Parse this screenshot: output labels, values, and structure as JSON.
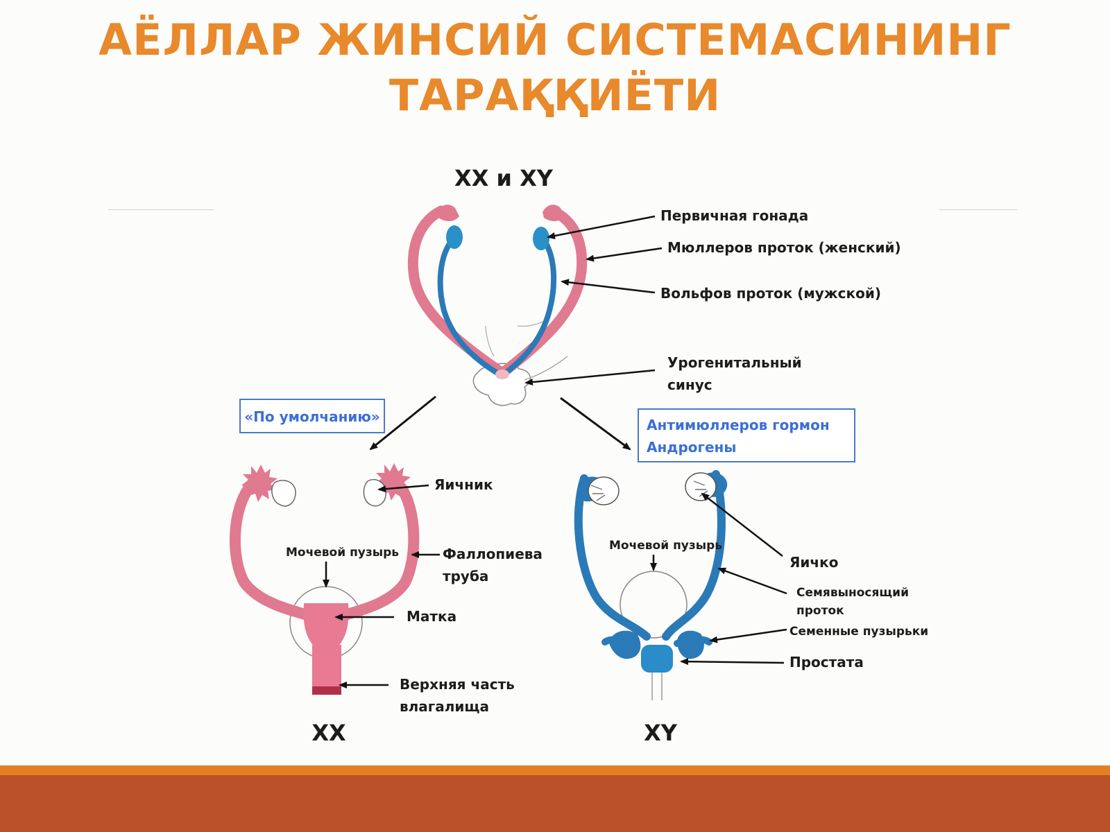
{
  "title": {
    "line1": "АЁЛЛАР ЖИНСИЙ СИСТЕМАСИНИНГ",
    "line2": "ТАРАҚҚИЁТИ"
  },
  "top": {
    "heading": "XX и XY",
    "labels": {
      "gonad": "Первичная гонада",
      "muller": "Мюллеров проток (женский)",
      "wolff": "Вольфов проток (мужской)",
      "sinus_line1": "Урогенитальный",
      "sinus_line2": "синус"
    }
  },
  "female": {
    "box": "«По умолчанию»",
    "labels": {
      "ovary": "Яичник",
      "bladder": "Мочевой пузырь",
      "tube_line1": "Фаллопиева",
      "tube_line2": "труба",
      "uterus": "Матка",
      "vagina_line1": "Верхняя часть",
      "vagina_line2": "влагалища"
    },
    "caption": "XX"
  },
  "male": {
    "box_line1": "Антимюллеров гормон",
    "box_line2": "Андрогены",
    "labels": {
      "bladder": "Мочевой пузырь",
      "testis": "Яичко",
      "vas_line1": "Семявыносящий",
      "vas_line2": "проток",
      "vesicles": "Семенные пузырьки",
      "prostate": "Простата"
    },
    "caption": "XY"
  },
  "colors": {
    "title": "#e8892b",
    "female_duct": "#e07a90",
    "male_duct": "#2a7ab8",
    "box_text": "#3b6fd6",
    "footer": "#bb5128"
  }
}
